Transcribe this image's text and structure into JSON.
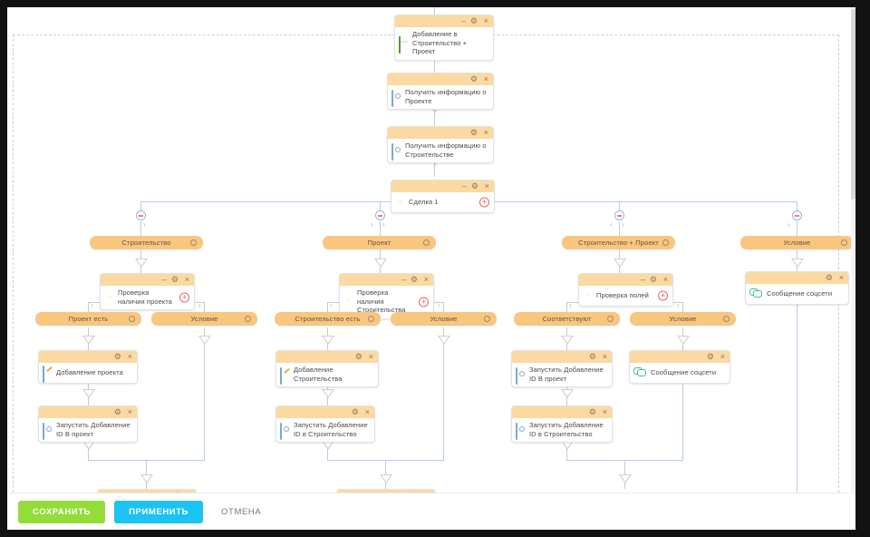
{
  "window": {
    "background": "#121212",
    "modal_background": "#ffffff"
  },
  "theme": {
    "node_header": "#fbd9a0",
    "pill": "#f9c680",
    "connector": "#b9cde4",
    "arrow": "#cfcfcf",
    "save_button": "#93dc39",
    "apply_button": "#1bc2f2"
  },
  "actionbar": {
    "save_label": "СОХРАНИТЬ",
    "apply_label": "ПРИМЕНИТЬ",
    "cancel_label": "ОТМЕНА"
  },
  "controls": {
    "minimize": "–",
    "gear": "⚙",
    "close": "×",
    "plus": "+",
    "chevron_left": "‹",
    "chevron_right": "›"
  },
  "nodes": {
    "n1": {
      "title": "Добавление в Строительство + Проект",
      "icon": "green-box-icon"
    },
    "n2": {
      "title": "Получить информацию о Проекте",
      "icon": "blue-square-icon"
    },
    "n3": {
      "title": "Получить информацию о Строительстве",
      "icon": "blue-square-icon"
    },
    "n4": {
      "title": "Сделка 1",
      "icon": "orange-gear-icon"
    },
    "n5": {
      "title": "Проверка наличия проекта",
      "icon": "orange-gear-icon"
    },
    "n6": {
      "title": "Проверка наличия Строительства",
      "icon": "orange-gear-icon"
    },
    "n7": {
      "title": "Проверка полей",
      "icon": "orange-gear-icon"
    },
    "n8": {
      "title": "Сообщение соцсети",
      "icon": "chat-icon"
    },
    "n9": {
      "title": "Добавление проекта",
      "icon": "pencil-icon"
    },
    "n10": {
      "title": "Запустить Добавление ID В проект",
      "icon": "blue-square-icon"
    },
    "n11": {
      "title": "Добавление Строительства",
      "icon": "pencil-icon"
    },
    "n12": {
      "title": "Запустить Добавление ID в Строительство",
      "icon": "blue-square-icon"
    },
    "n13": {
      "title": "Запустить Добавление ID В проект",
      "icon": "blue-square-icon"
    },
    "n14": {
      "title": "Запустить Добавление ID в Строительство",
      "icon": "blue-square-icon"
    },
    "n15": {
      "title": "Сообщение соцсети",
      "icon": "chat-icon"
    }
  },
  "branches": {
    "b1": "Строительство",
    "b2": "Проект",
    "b3": "Строительство + Проект",
    "b4": "Условие",
    "c1": "Проект есть",
    "c2": "Условие",
    "c3": "Строительство есть",
    "c4": "Условие",
    "c5": "Соответствуют",
    "c6": "Условие"
  }
}
